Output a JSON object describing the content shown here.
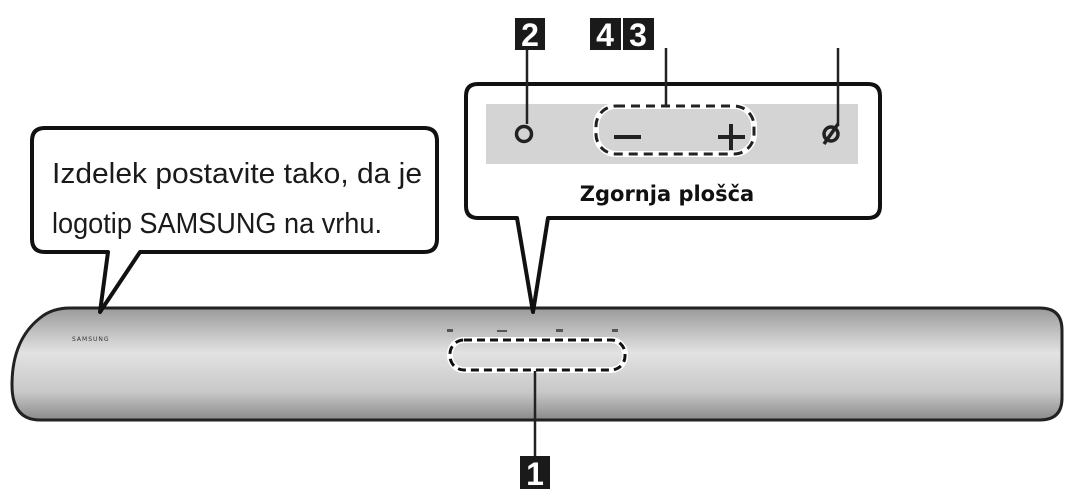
{
  "callout_left": {
    "line1": "Izdelek postavite tako, da je",
    "line2": "logotip SAMSUNG na vrhu."
  },
  "top_panel": {
    "title": "Zgornja plošča",
    "buttons": {
      "power_icon": "circle-icon",
      "volume_down": "−",
      "volume_up": "+",
      "source_icon": "slashed-circle-icon"
    }
  },
  "labels": {
    "n1": "1",
    "n2": "2",
    "n3": "3",
    "n4": "4"
  },
  "soundbar": {
    "logo": "SAMSUNG"
  },
  "colors": {
    "panel_gray": "#d4d4d4",
    "label_bg": "#1a1a1a"
  }
}
